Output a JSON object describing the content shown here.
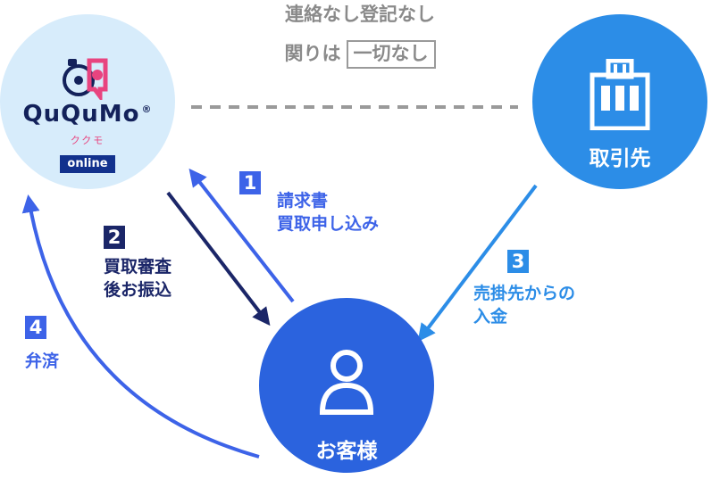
{
  "notice": {
    "line1": "連絡なし登記なし",
    "line2_prefix": "関りは",
    "line2_boxed": "一切なし"
  },
  "nodes": {
    "ququmo": {
      "logo_text": "QuQuMo",
      "logo_reg": "®",
      "logo_kana": "ククモ",
      "badge": "online"
    },
    "partner": {
      "label": "取引先"
    },
    "customer": {
      "label": "お客様"
    }
  },
  "steps": [
    {
      "num": "1",
      "lines": [
        "請求書",
        "買取申し込み"
      ]
    },
    {
      "num": "2",
      "lines": [
        "買取審査",
        "後お振込"
      ]
    },
    {
      "num": "3",
      "lines": [
        "売掛先からの",
        "入金"
      ]
    },
    {
      "num": "4",
      "lines": [
        "弁済"
      ]
    }
  ],
  "colors": {
    "step1": "#3d63e8",
    "step2": "#1b2668",
    "step3": "#2c8de7",
    "step4": "#3d63e8",
    "ququmo_bg": "#d7ecfb",
    "partner_bg": "#2c8de7",
    "customer_bg": "#2b63de",
    "note_gray": "#8a8a8a",
    "logo_pink": "#e8447f",
    "logo_navy": "#13215a"
  }
}
